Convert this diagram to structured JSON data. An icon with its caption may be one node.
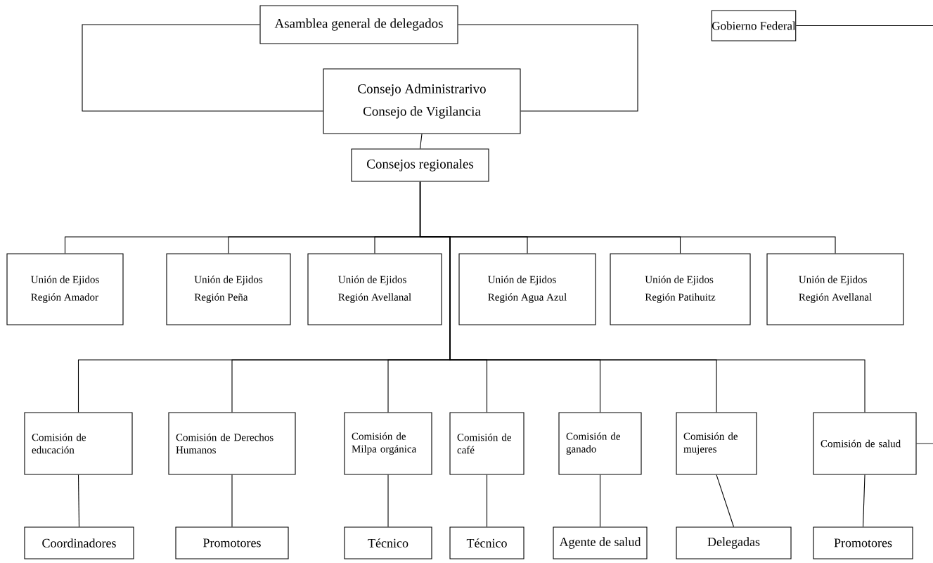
{
  "diagram": {
    "nodes": [
      {
        "text": [
          "Asamblea general de delegados"
        ]
      },
      {
        "text": [
          "Gobierno Federal"
        ]
      },
      {
        "text": [
          "Consejo Administrarivo",
          "Consejo de Vigilancia"
        ]
      },
      {
        "text": [
          "Consejos regionales"
        ]
      },
      {
        "text": [
          "Unión de Ejidos",
          "Región Amador"
        ]
      },
      {
        "text": [
          "Unión de Ejidos",
          "Región Peña"
        ]
      },
      {
        "text": [
          "Unión de Ejidos",
          "Región Avellanal"
        ]
      },
      {
        "text": [
          "Unión de Ejidos",
          "Región Agua Azul"
        ]
      },
      {
        "text": [
          "Unión de Ejidos",
          "Región Patihuitz"
        ]
      },
      {
        "text": [
          "Unión de Ejidos",
          "Región Avellanal"
        ]
      },
      {
        "text": [
          "Comisión de educación"
        ]
      },
      {
        "text": [
          "Comisión de Derechos Humanos"
        ]
      },
      {
        "text": [
          "Comisión de Milpa orgánica"
        ]
      },
      {
        "text": [
          "Comisión de café"
        ]
      },
      {
        "text": [
          "Comisión de ganado"
        ]
      },
      {
        "text": [
          "Comisión de mujeres"
        ]
      },
      {
        "text": [
          "Comisión de salud"
        ]
      },
      {
        "text": [
          "Coordinadores"
        ]
      },
      {
        "text": [
          "Promotores"
        ]
      },
      {
        "text": [
          "Técnico"
        ]
      },
      {
        "text": [
          "Técnico"
        ]
      },
      {
        "text": [
          "Agente de salud"
        ]
      },
      {
        "text": [
          "Delegadas"
        ]
      },
      {
        "text": [
          "Promotores"
        ]
      }
    ],
    "edges": [
      {
        "from": 0,
        "to": 2,
        "arrow": "none"
      },
      {
        "from": 0,
        "to": 2,
        "arrow": "none"
      },
      {
        "from": 1,
        "to": null,
        "arrow": "none"
      },
      {
        "from": 2,
        "to": 3,
        "arrow": "none"
      },
      {
        "from": 3,
        "to": 4,
        "arrow": "none"
      },
      {
        "from": 3,
        "to": 5,
        "arrow": "none"
      },
      {
        "from": 3,
        "to": 6,
        "arrow": "none"
      },
      {
        "from": 3,
        "to": 7,
        "arrow": "none"
      },
      {
        "from": 3,
        "to": 8,
        "arrow": "none"
      },
      {
        "from": 3,
        "to": 9,
        "arrow": "none"
      },
      {
        "from": 3,
        "to": 10,
        "arrow": "none"
      },
      {
        "from": 3,
        "to": 11,
        "arrow": "none"
      },
      {
        "from": 3,
        "to": 12,
        "arrow": "none"
      },
      {
        "from": 3,
        "to": 13,
        "arrow": "none"
      },
      {
        "from": 3,
        "to": 14,
        "arrow": "none"
      },
      {
        "from": 3,
        "to": 15,
        "arrow": "none"
      },
      {
        "from": 3,
        "to": 16,
        "arrow": "none"
      },
      {
        "from": 16,
        "to": null,
        "arrow": "none"
      },
      {
        "from": 10,
        "to": 17,
        "arrow": "none"
      },
      {
        "from": 11,
        "to": 18,
        "arrow": "none"
      },
      {
        "from": 12,
        "to": 19,
        "arrow": "none"
      },
      {
        "from": 13,
        "to": 20,
        "arrow": "none"
      },
      {
        "from": 14,
        "to": 21,
        "arrow": "none"
      },
      {
        "from": 15,
        "to": 22,
        "arrow": "none"
      },
      {
        "from": 16,
        "to": 23,
        "arrow": "none"
      }
    ]
  }
}
